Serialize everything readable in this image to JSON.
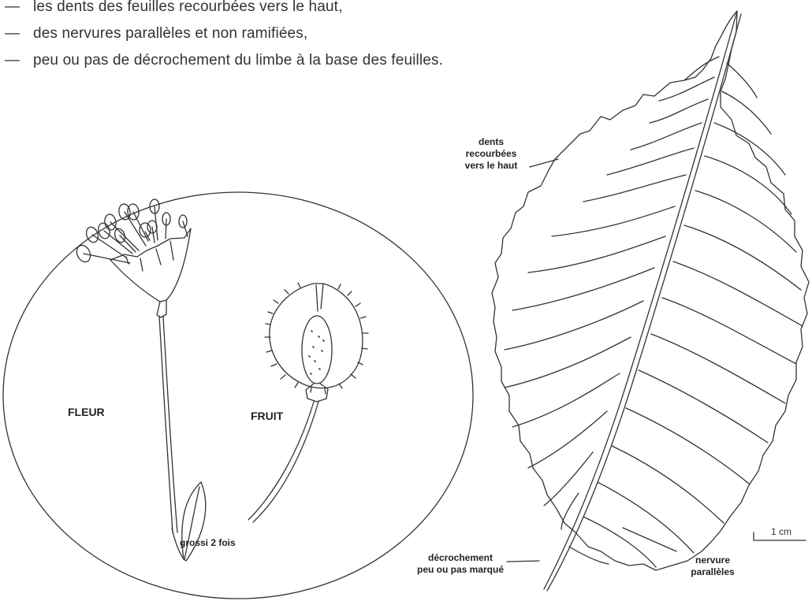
{
  "criteria": [
    {
      "dash": "—",
      "text": "les dents des feuilles recourbées vers le haut,"
    },
    {
      "dash": "—",
      "text": "des nervures parallèles et non ramifiées,"
    },
    {
      "dash": "—",
      "text": "peu ou pas de décrochement du limbe à la base des feuilles."
    }
  ],
  "circle": {
    "flower_label": "FLEUR",
    "fruit_label": "FRUIT",
    "magnification": "grossi 2 fois"
  },
  "leaf": {
    "teeth_label": [
      "dents",
      "recourbées",
      "vers le haut"
    ],
    "base_label": [
      "décrochement",
      "peu ou pas marqué"
    ],
    "vein_label": [
      "nervure",
      "parallèles"
    ],
    "scale_label": "1 cm"
  },
  "colors": {
    "ink": "#333333",
    "paper": "#ffffff"
  }
}
